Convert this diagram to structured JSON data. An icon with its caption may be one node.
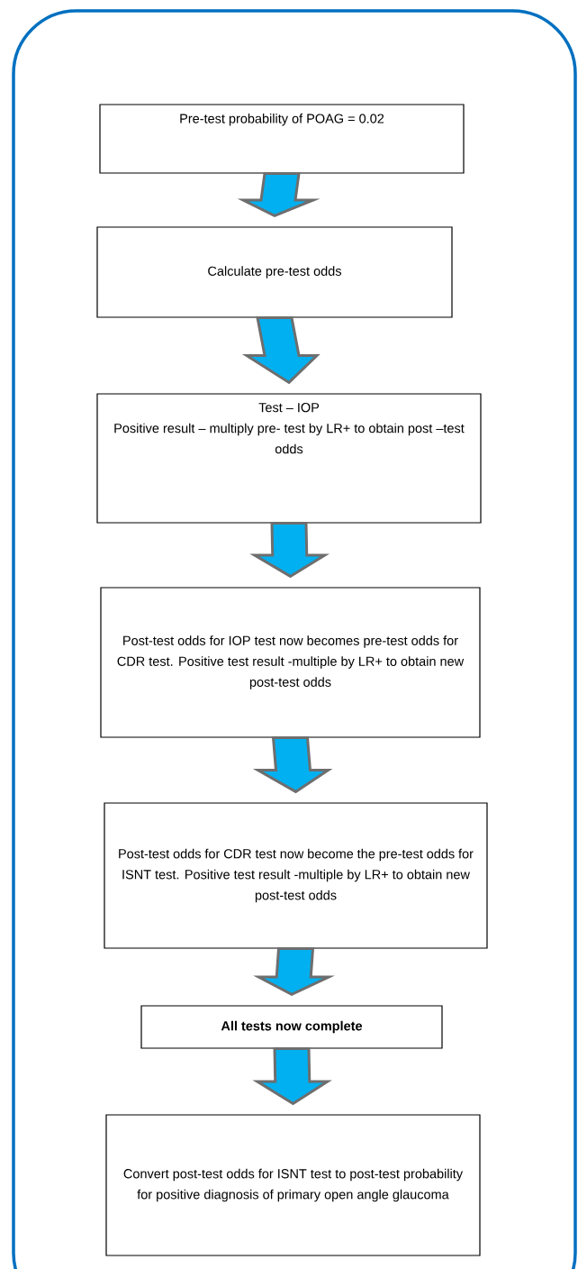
{
  "diagram": {
    "nodes": [
      {
        "text": [
          "Pre-test probability of POAG = 0.02"
        ]
      },
      {
        "text": [
          "Calculate pre-test odds"
        ]
      },
      {
        "text": [
          "Test – IOP",
          "Positive result – multiply pre- test by LR+ to obtain post –test odds"
        ]
      },
      {
        "text": [
          "Post-test odds for IOP test now becomes pre-test odds for CDR test. Positive test result -multiple by LR+ to obtain new post-test odds"
        ]
      },
      {
        "text": [
          "Post-test odds for CDR test now become the pre-test odds for ISNT test. Positive test result -multiple by LR+ to obtain new post-test odds"
        ]
      },
      {
        "text": [
          "All tests now complete"
        ]
      },
      {
        "text": [
          "Convert post-test odds for ISNT test to post-test probability for positive diagnosis of primary open angle glaucoma"
        ]
      }
    ],
    "edges": [
      {
        "from": 0,
        "to": 1,
        "arrow": "to"
      },
      {
        "from": 1,
        "to": 2,
        "arrow": "to"
      },
      {
        "from": 2,
        "to": 3,
        "arrow": "to"
      },
      {
        "from": 3,
        "to": 4,
        "arrow": "to"
      },
      {
        "from": 4,
        "to": 5,
        "arrow": "to"
      },
      {
        "from": 5,
        "to": 6,
        "arrow": "to"
      }
    ]
  }
}
